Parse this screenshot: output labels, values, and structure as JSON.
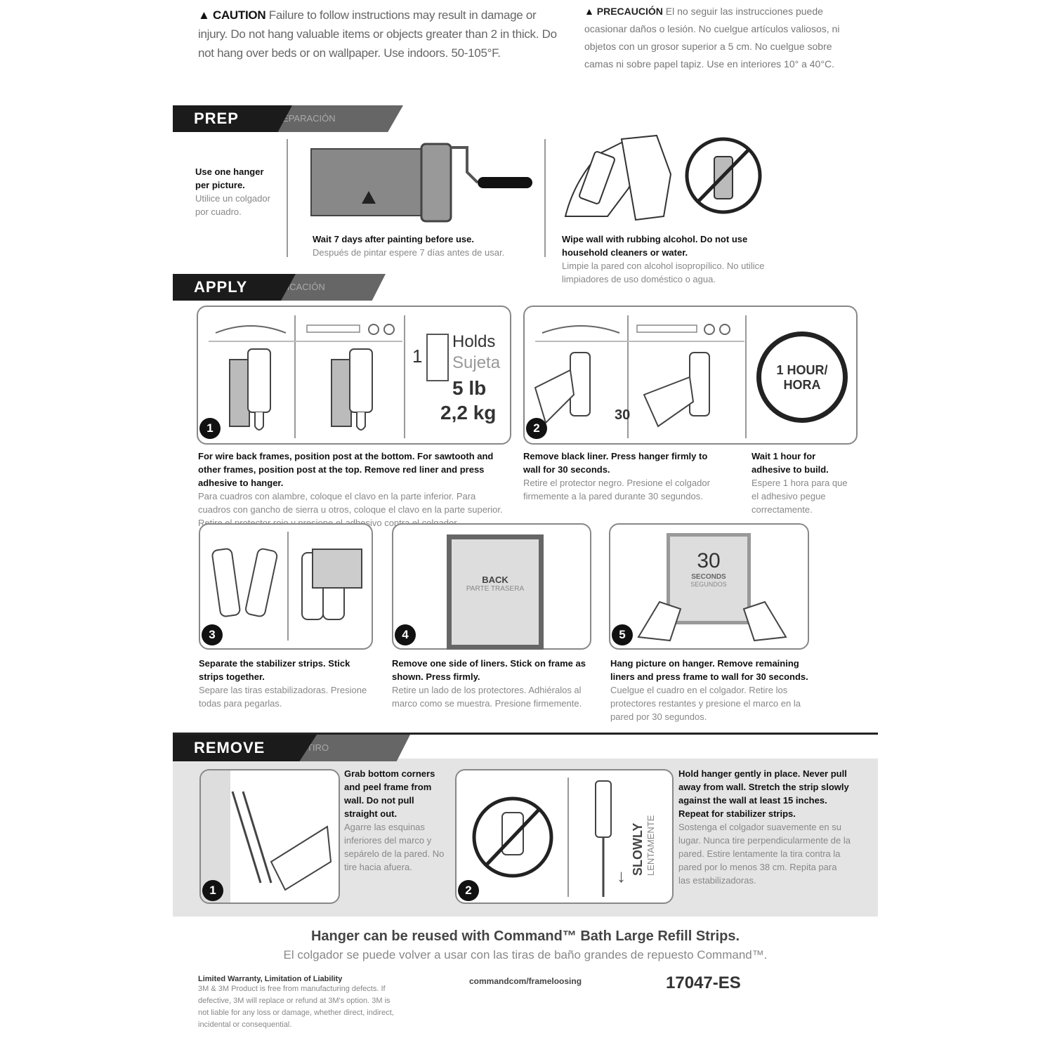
{
  "caution": {
    "en_title": "CAUTION",
    "en_text": "Failure to follow instructions may result in damage or injury. Do not hang valuable items or objects greater than 2 in thick. Do not hang over beds or on wallpaper. Use indoors. 50-105°F.",
    "es_title": "PRECAUCIÓN",
    "es_text": "El no seguir las instrucciones puede ocasionar daños o lesión. No cuelgue artículos valiosos, ni objetos con un grosor superior a 5 cm. No cuelgue sobre camas ni sobre papel tapiz. Use en interiores 10° a 40°C."
  },
  "prep": {
    "title": "PREP",
    "title_es": "PREPARACIÓN",
    "item1_en": "Use one hanger per picture.",
    "item1_es": "Utilice un colgador por cuadro.",
    "item2_en": "Wait 7 days after painting before use.",
    "item2_es": "Después de pintar espere 7 días antes de usar.",
    "item3_en": "Wipe wall with rubbing alcohol. Do not use household cleaners or water.",
    "item3_es": "Limpie la pared con alcohol isopropílico. No utilice limpiadores de uso doméstico o agua."
  },
  "apply": {
    "title": "APPLY",
    "title_es": "APLICACIÓN",
    "holds_count": "1",
    "holds_en": "Holds",
    "holds_es": "Sujeta",
    "holds_lb": "5 lb",
    "holds_kg": "2,2 kg",
    "timer_num": "30",
    "clock_text1": "1 HOUR/",
    "clock_text2": "HORA",
    "step1_num": "1",
    "step1_en": "For wire back frames, position post at the bottom. For sawtooth and other frames, position post at the top. Remove red liner and press adhesive to hanger.",
    "step1_es": "Para cuadros con alambre, coloque el clavo en la parte inferior. Para cuadros con gancho de sierra u otros, coloque el clavo en la parte superior. Retire el protector rojo y presione el adhesivo contra el colgador.",
    "step2_num": "2",
    "step2_en": "Remove black liner. Press hanger firmly to wall for 30 seconds.",
    "step2_es": "Retire el protector negro. Presione el colgador firmemente a la pared durante 30 segundos.",
    "wait_en": "Wait 1 hour for adhesive to build.",
    "wait_es": "Espere 1 hora para que el adhesivo pegue correctamente.",
    "step3_num": "3",
    "step3_en": "Separate the stabilizer strips. Stick strips together.",
    "step3_es": "Separe las tiras estabilizadoras. Presione todas para pegarlas.",
    "step4_num": "4",
    "step4_en": "Remove one side of liners. Stick on frame as shown. Press firmly.",
    "step4_es": "Retire un lado de los protectores. Adhiéralos al marco como se muestra. Presione firmemente.",
    "back_label": "BACK",
    "back_label_es": "PARTE TRASERA",
    "step5_num": "5",
    "step5_en": "Hang picture on hanger. Remove remaining liners and press frame to wall for 30 seconds.",
    "step5_es": "Cuelgue el cuadro en el colgador. Retire los protectores restantes y presione el marco en la pared por 30 segundos.",
    "step5_timer": "30",
    "step5_timer_unit": "SECONDS",
    "step5_timer_unit_es": "SEGUNDOS"
  },
  "remove": {
    "title": "REMOVE",
    "title_es": "RETIRO",
    "step1_num": "1",
    "step1_en": "Grab bottom corners and peel frame from wall. Do not pull straight out.",
    "step1_es": "Agarre las esquinas inferiores del marco y sepárelo de la pared. No tire hacia afuera.",
    "step2_num": "2",
    "slowly": "SLOWLY",
    "slowly_es": "LENTAMENTE",
    "step2_en": "Hold hanger gently in place. Never pull away from wall. Stretch the strip slowly against the wall at least 15 inches. Repeat for stabilizer strips.",
    "step2_es": "Sostenga el colgador suavemente en su lugar. Nunca tire perpendicularmente de la pared. Estire lentamente la tira contra la pared por lo menos 38 cm. Repita para las estabilizadoras."
  },
  "footer": {
    "reuse_en": "Hanger can be reused with Command™ Bath Large Refill Strips.",
    "reuse_es": "El colgador se puede volver a usar con las tiras de baño grandes de repuesto Command™.",
    "warranty_title": "Limited Warranty, Limitation of Liability",
    "warranty_text": "3M & 3M Product is free from manufacturing defects. If defective, 3M will replace or refund at 3M's option. 3M is not liable for any loss or damage, whether direct, indirect, incidental or consequential.",
    "url": "commandcom/frameloosing",
    "code": "17047-ES"
  }
}
